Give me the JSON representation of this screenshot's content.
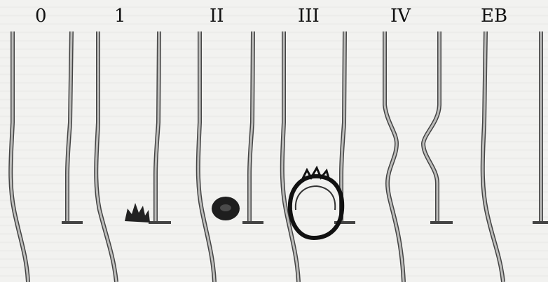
{
  "figure": {
    "stages": [
      {
        "label": "0"
      },
      {
        "label": "1"
      },
      {
        "label": "II"
      },
      {
        "label": "III"
      },
      {
        "label": "IV"
      },
      {
        "label": "EB"
      }
    ]
  }
}
